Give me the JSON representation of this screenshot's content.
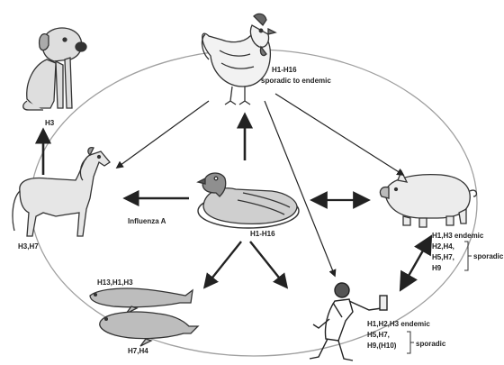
{
  "nodes": {
    "dog": {
      "icon": "dog-icon",
      "labels": [
        "H3"
      ]
    },
    "chicken": {
      "icon": "chicken-icon",
      "labels": [
        "H1-H16",
        "sporadic to endemic"
      ]
    },
    "horse": {
      "icon": "horse-icon",
      "labels": [
        "H3,H7"
      ]
    },
    "duck": {
      "icon": "duck-icon",
      "labels": [
        "H1-H16"
      ]
    },
    "pig": {
      "icon": "pig-icon",
      "labels": [
        "H1,H3 endemic",
        "H2,H4,",
        "H5,H7,",
        "H9"
      ],
      "bracket_label": "sporadic"
    },
    "seals": {
      "icon": "seal-icon",
      "labels": [
        "H13,H1,H3",
        "H7,H4"
      ]
    },
    "human": {
      "icon": "human-icon",
      "labels": [
        "H1,H2,H3 endemic",
        "H5,H7,",
        "H9,(H10)"
      ],
      "bracket_label": "sporadic"
    }
  },
  "center_label": "Influenza A",
  "colors": {
    "line": "#222222",
    "circle": "#9a9a9a",
    "fill_light": "#e2e2e2",
    "fill_mid": "#bdbdbd"
  }
}
